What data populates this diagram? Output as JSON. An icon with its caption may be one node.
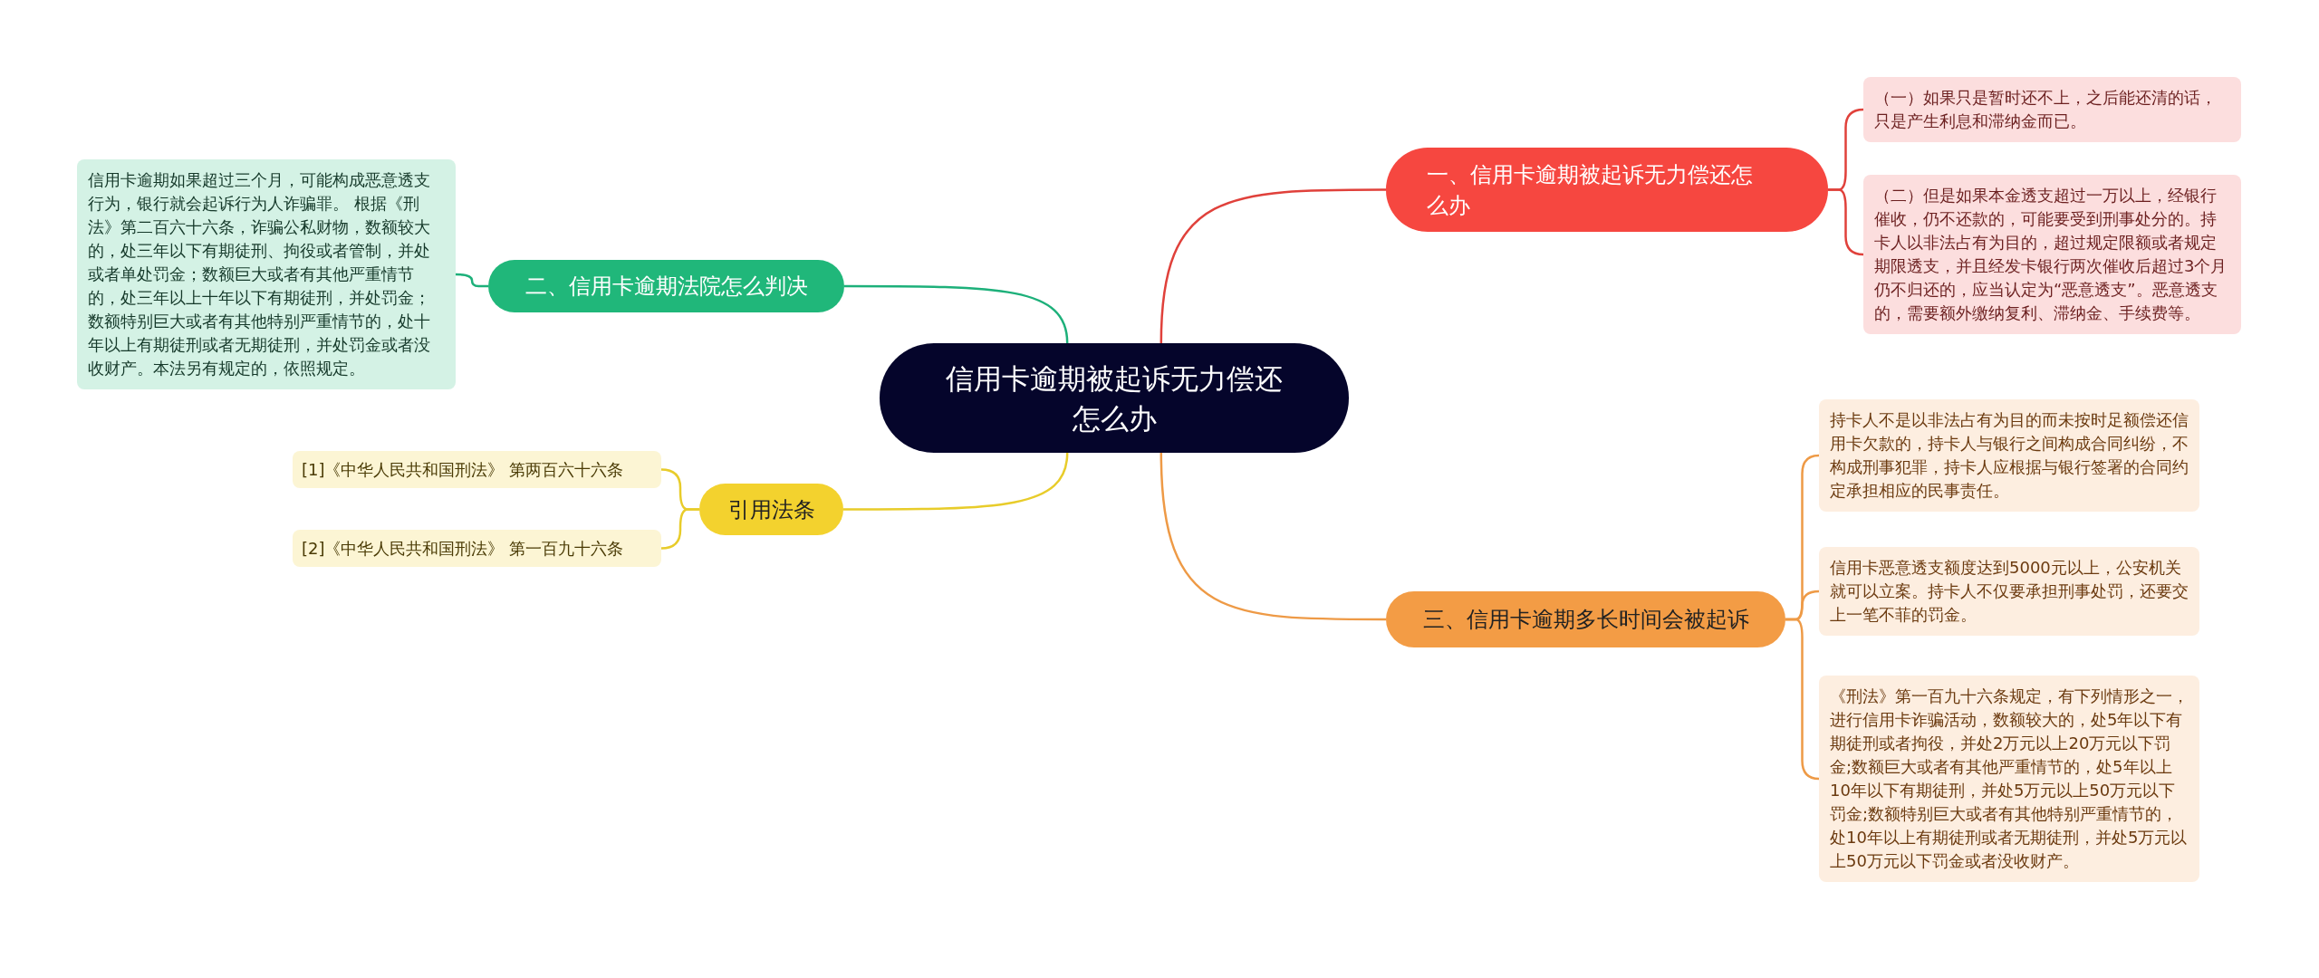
{
  "diagram": {
    "nodes": [
      {
        "text": [
          "信用卡逾期被起诉无力偿还怎么办"
        ]
      },
      {
        "text": [
          "一、信用卡逾期被起诉无力偿还怎么办"
        ]
      },
      {
        "text": [
          "（一）如果只是暂时还不上，之后能还清的话，只是产生利息和滞纳金而已。"
        ]
      },
      {
        "text": [
          "（二）但是如果本金透支超过一万以上，经银行催收，仍不还款的，可能要受到刑事处分的。持卡人以非法占有为目的，超过规定限额或者规定期限透支，并且经发卡银行两次催收后超过3个月仍不归还的，应当认定为“恶意透支”。恶意透支的，需要额外缴纳复利、滞纳金、手续费等。"
        ]
      },
      {
        "text": [
          "二、信用卡逾期法院怎么判决"
        ]
      },
      {
        "text": [
          "信用卡逾期如果超过三个月，可能构成恶意透支行为，银行就会起诉行为人诈骗罪。 根据《刑法》第二百六十六条，诈骗公私财物，数额较大的，处三年以下有期徒刑、拘役或者管制，并处或者单处罚金；数额巨大或者有其他严重情节的，处三年以上十年以下有期徒刑，并处罚金；数额特别巨大或者有其他特别严重情节的，处十年以上有期徒刑或者无期徒刑，并处罚金或者没收财产。本法另有规定的，依照规定。"
        ]
      },
      {
        "text": [
          "引用法条"
        ]
      },
      {
        "text": [
          "[1]《中华人民共和国刑法》 第两百六十六条"
        ]
      },
      {
        "text": [
          "[2]《中华人民共和国刑法》 第一百九十六条"
        ]
      },
      {
        "text": [
          "三、信用卡逾期多长时间会被起诉"
        ]
      },
      {
        "text": [
          "持卡人不是以非法占有为目的而未按时足额偿还信用卡欠款的，持卡人与银行之间构成合同纠纷，不构成刑事犯罪，持卡人应根据与银行签署的合同约定承担相应的民事责任。"
        ]
      },
      {
        "text": [
          "信用卡恶意透支额度达到5000元以上，公安机关就可以立案。持卡人不仅要承担刑事处罚，还要交上一笔不菲的罚金。"
        ]
      },
      {
        "text": [
          "《刑法》第一百九十六条规定，有下列情形之一，进行信用卡诈骗活动，数额较大的，处5年以下有期徒刑或者拘役，并处2万元以上20万元以下罚金;数额巨大或者有其他严重情节的，处5年以上10年以下有期徒刑，并处5万元以上50万元以下罚金;数额特别巨大或者有其他特别严重情节的，处10年以上有期徒刑或者无期徒刑，并处5万元以上50万元以下罚金或者没收财产。"
        ]
      }
    ],
    "edges": [
      {
        "from": 0,
        "to": 1,
        "arrow": "none",
        "color": "#e0413b"
      },
      {
        "from": 1,
        "to": 2,
        "arrow": "none",
        "color": "#e0413b"
      },
      {
        "from": 1,
        "to": 3,
        "arrow": "none",
        "color": "#e0413b"
      },
      {
        "from": 0,
        "to": 4,
        "arrow": "none",
        "color": "#1db07a"
      },
      {
        "from": 4,
        "to": 5,
        "arrow": "none",
        "color": "#1db07a"
      },
      {
        "from": 0,
        "to": 6,
        "arrow": "none",
        "color": "#e8cc2a"
      },
      {
        "from": 6,
        "to": 7,
        "arrow": "none",
        "color": "#e8cc2a"
      },
      {
        "from": 6,
        "to": 8,
        "arrow": "none",
        "color": "#e8cc2a"
      },
      {
        "from": 0,
        "to": 9,
        "arrow": "none",
        "color": "#ee9a46"
      },
      {
        "from": 9,
        "to": 10,
        "arrow": "none",
        "color": "#ee9a46"
      },
      {
        "from": 9,
        "to": 11,
        "arrow": "none",
        "color": "#ee9a46"
      },
      {
        "from": 9,
        "to": 12,
        "arrow": "none",
        "color": "#ee9a46"
      }
    ]
  }
}
